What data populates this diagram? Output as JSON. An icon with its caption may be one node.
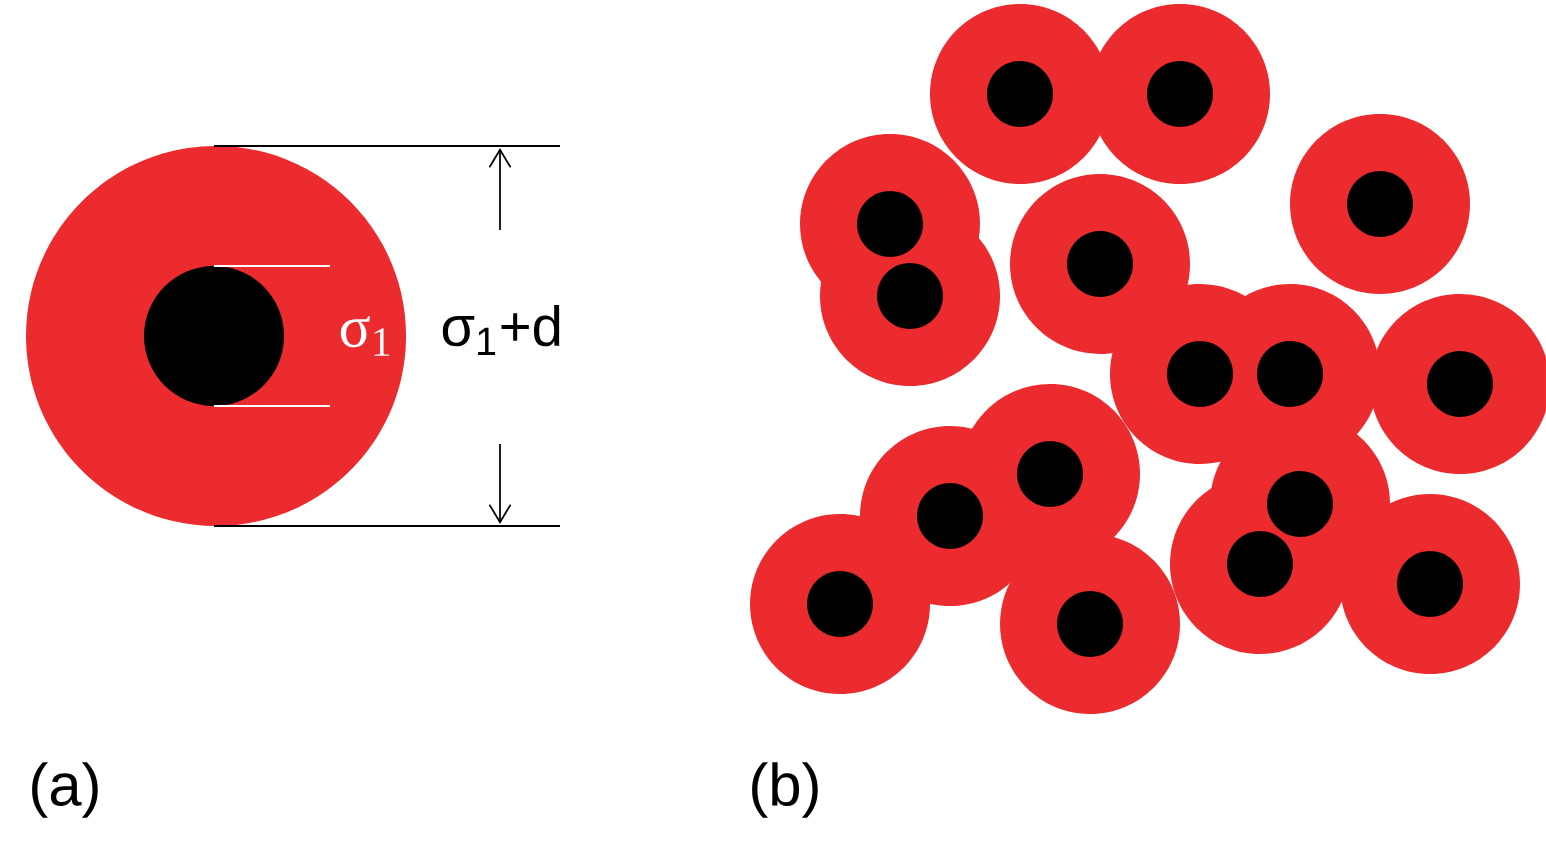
{
  "diagram": {
    "labels": [
      "σ$_{1}$",
      "σ$_{1}$+d",
      "(a)",
      "(b)"
    ]
  }
}
